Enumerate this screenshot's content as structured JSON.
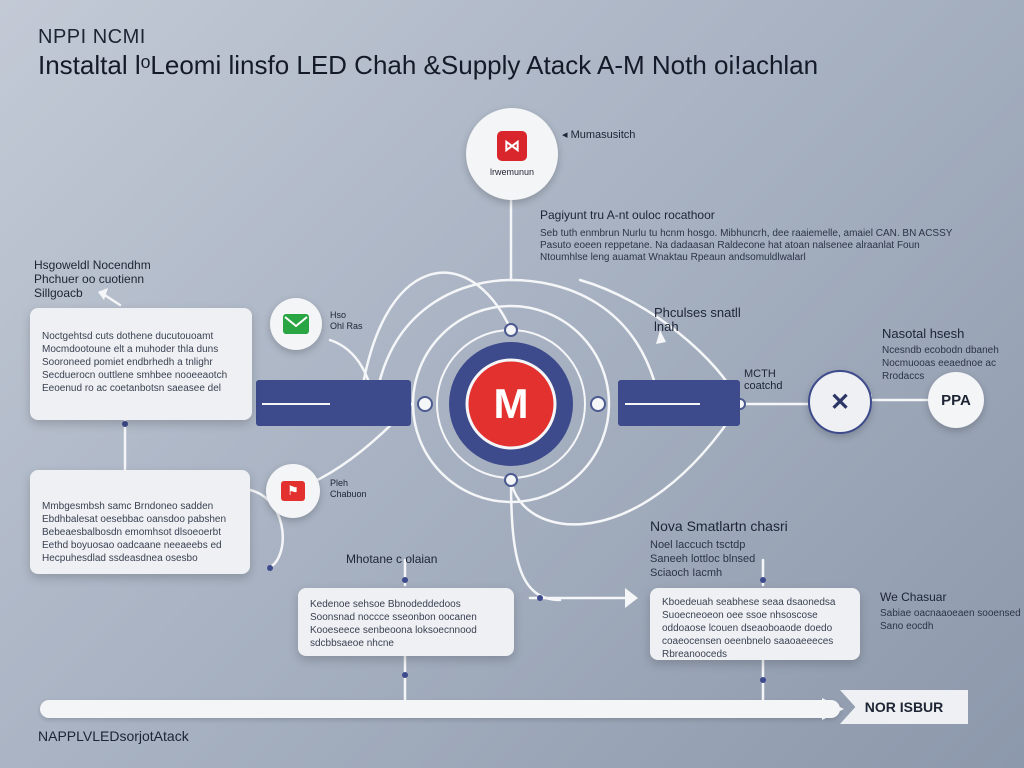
{
  "header": {
    "tag": "NPPI NCMI",
    "title": "Instaltal lᵒLeomi linsfo LED Chah &Supply Atack A-M Noth oi!achlan"
  },
  "top_node": {
    "name": "lrwemunun",
    "side_label": "Mumasusitch",
    "color": "#d9262c"
  },
  "top_text": {
    "heading": "Pagiyunt tru A-nt ouloc rocathoor",
    "line1": "Seb tuth enmbrun Nurlu tu hcnm hosgo. Mibhuncrh, dee raaiemelle, amaiel CAN. BN ACSSY",
    "line2": "Pasuto eoeen reppetane. Na dadaasan Raldecone hat atoan nalsenee alraanlat Foun ",
    "line3": "Ntoumhlse leng auamat Wnaktau Rpeaun andsomuldlwalarl "
  },
  "left_heading": {
    "line1": "Hsgoweldl Nocendhm",
    "line2": "Phchuer oo cuotienn",
    "line3": "Sillgoacb"
  },
  "card_left_1": {
    "line1": "Noctgehtsd cuts dothene ducutouoamt",
    "line2": "Mocmdootoune elt a muhoder thla duns",
    "line3": "Sooroneed pomiet endbrhedh a tnlighr",
    "line4": "Secduerocn outtlene smhbee nooeeaotch",
    "line5": "Eeoenud ro ac coetanbotsn saeasee del"
  },
  "card_left_2": {
    "line1": "Mmbgesmbsh samc Brndoneo sadden",
    "line2": "Ebdhbalesat oesebbac oansdoo pabshen",
    "line3": "Bebeaesbalbosdn emomhsot dlsoeoerbt",
    "line4": "Eethd boyuosao oadcaane neeaeebs ed",
    "line5": "Hecpuhesdlad ssdeasdnea osesbo"
  },
  "green_node": {
    "line1": "Hso",
    "line2": "Ohl Ras"
  },
  "red_small_node": {
    "line1": "Pleh",
    "line2": "Chabuon"
  },
  "center_node": {
    "letter": "M"
  },
  "right_text": {
    "heading_line1": "Phculses snatll",
    "heading_line2": "lnah",
    "label_line1": "MCTH",
    "label_line2": "coatchd"
  },
  "right_heading": {
    "title": "Nasotal hsesh",
    "line1": "Ncesndb ecobodn dbaneh",
    "line2": "Nocmuooas eeaednoe ac",
    "line3": "Rrodaccs"
  },
  "x_node": {
    "glyph": "✕"
  },
  "ppa_node": {
    "text": "PPA"
  },
  "mid_label": "Mhotane c olaian",
  "card_mid": {
    "line1": "Kedenoe sehsoe Bbnodeddedoos",
    "line2": "Soonsnad noccce sseonbon oocanen",
    "line3": "Kooeseece senbeoona loksoecnnood",
    "line4": "sdcbbsaeoe nhcne"
  },
  "right_mid_text": {
    "heading": "Nova Smatlartn chasri",
    "line1": "Noel laccuch tsctdp",
    "line2": "Saneeh lottloc blnsed",
    "line3": "Sciaoch Iacmh"
  },
  "card_right": {
    "line1": "Kboedeuah seabhese seaa dsaonedsa",
    "line2": "Suoecneoeon oee ssoe nhsoscose",
    "line3": "oddoaose lcouen dseaoboaode doedo",
    "line4": "coaeocensen oeenbnelo saaoaeeeces",
    "line5": "Rbreanooceds"
  },
  "far_right_text": {
    "heading": "We Chasuar",
    "line1": "Sabiae oacnaaoeaen sooensed",
    "line2": "Sano eocdh"
  },
  "timeline": {
    "badge": "NOR ISBUR"
  },
  "footer": {
    "text": "NAPPLVLEDsorjotAtack"
  },
  "colors": {
    "red": "#e2312f",
    "navy": "#3d4a8c",
    "green": "#2aa543",
    "line": "#f5f6f8"
  }
}
